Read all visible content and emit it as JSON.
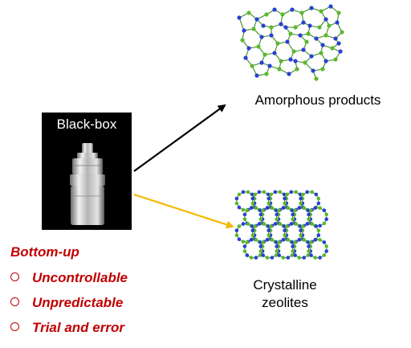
{
  "blackbox": {
    "label": "Black-box"
  },
  "outputs": {
    "amorphous": {
      "label": "Amorphous products"
    },
    "crystalline": {
      "label_line1": "Crystalline",
      "label_line2": "zeolites"
    }
  },
  "method": {
    "title": "Bottom-up",
    "items": [
      "Uncontrollable",
      "Unpredictable",
      "Trial and error"
    ]
  },
  "colors": {
    "accent_red": "#c00000",
    "arrow_black": "#000000",
    "arrow_yellow": "#f5b800",
    "node_blue": "#2a3fd6",
    "node_green": "#5cb82e",
    "bond_green": "#3c8c1e"
  },
  "icons": {
    "autoclave": "autoclave-icon",
    "amorphous_network": "amorphous-network-icon",
    "crystal_network": "crystal-network-icon"
  }
}
